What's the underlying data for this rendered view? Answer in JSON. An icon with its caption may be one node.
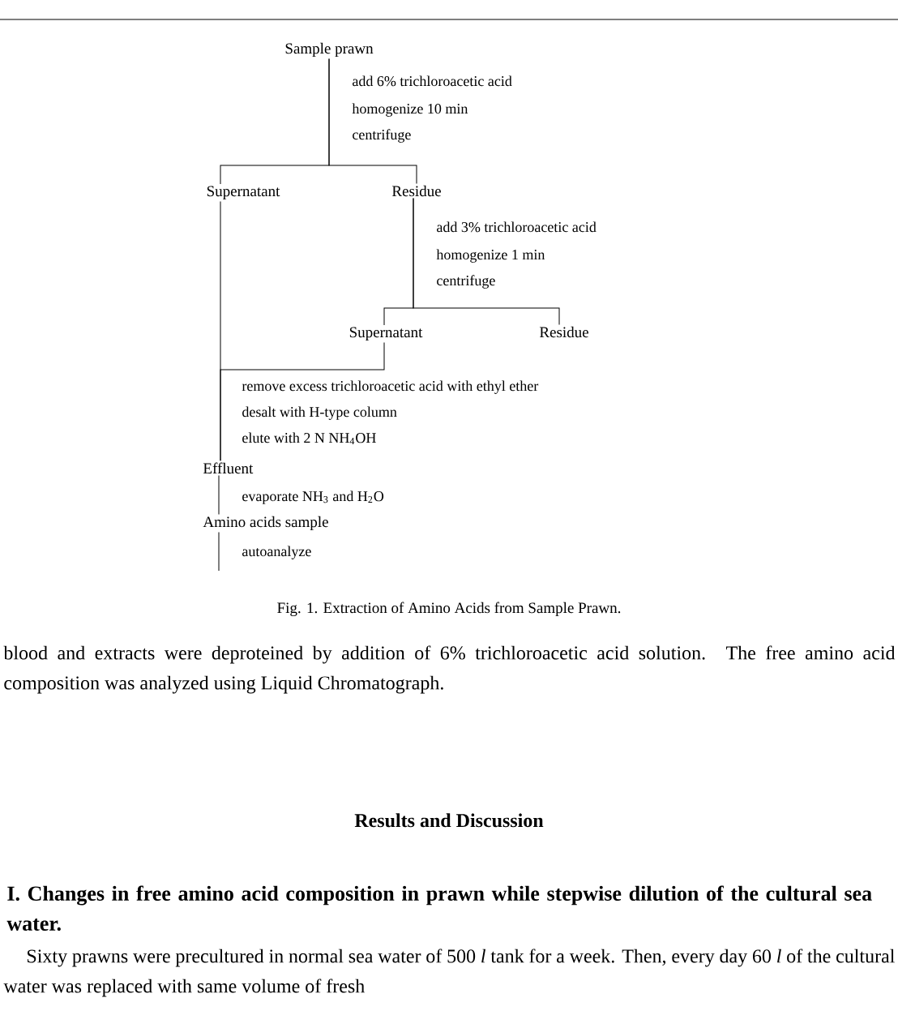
{
  "diagram": {
    "caption": "Fig. 1.  Extraction of Amino Acids from Sample Prawn.",
    "nodes": [
      {
        "text": [
          "Sample prawn"
        ]
      },
      {
        "text": [
          "Supernatant"
        ]
      },
      {
        "text": [
          "Residue"
        ]
      },
      {
        "text": [
          "Supernatant"
        ]
      },
      {
        "text": [
          "Residue"
        ]
      },
      {
        "text": [
          "Effluent"
        ]
      },
      {
        "text": [
          "Amino acids sample"
        ]
      }
    ],
    "edges": [
      {
        "from": 0,
        "to": 1,
        "arrow": "none"
      },
      {
        "from": 0,
        "to": 2,
        "arrow": "none"
      },
      {
        "from": 2,
        "to": 3,
        "arrow": "none"
      },
      {
        "from": 2,
        "to": 4,
        "arrow": "none"
      },
      {
        "from": 1,
        "to": 5,
        "arrow": "none"
      },
      {
        "from": 3,
        "to": 5,
        "arrow": "none"
      },
      {
        "from": 5,
        "to": 6,
        "arrow": "none"
      },
      {
        "from": 6,
        "to": null,
        "arrow": "none"
      }
    ],
    "labels": [
      "add 6% trichloroacetic acid",
      "homogenize 10 min",
      "centrifuge",
      "add 3% trichloroacetic acid",
      "homogenize 1 min",
      "centrifuge",
      "remove excess trichloroacetic acid with ethyl ether",
      "desalt with H-type column",
      "elute with 2 N NH$_{4}$OH",
      "evaporate NH$_{3}$ and H$_{2}$O",
      "autoanalyze",
      "blood and extracts were deproteined by addition of 6% trichloroacetic acid solution. The free amino acid composition was analyzed using Liquid Chromatograph.",
      "Results and Discussion",
      "I.  Changes in free amino acid composition in prawn while stepwise dilution of the cultural sea water.",
      "Sixty prawns were precultured in normal sea water of 500 *l* tank for a week. Then, every day 60 *l* of the cultural water was replaced with same volume of fresh"
    ]
  }
}
